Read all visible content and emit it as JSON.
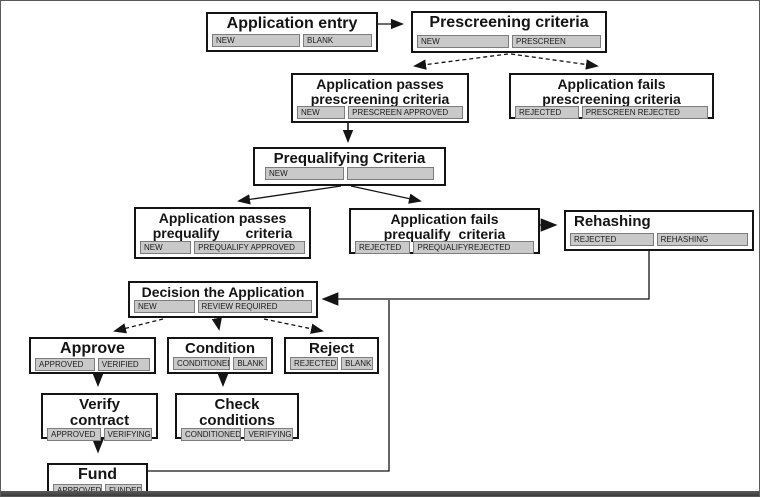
{
  "diagram": {
    "type": "flowchart",
    "nodes": {
      "app_entry": {
        "title": "Application entry",
        "left": "NEW",
        "right": "BLANK"
      },
      "prescreen": {
        "title": "Prescreening criteria",
        "left": "NEW",
        "right": "PRESCREEN"
      },
      "pass_prescreen": {
        "title1": "Application passes",
        "title2": "prescreening criteria",
        "left": "NEW",
        "right": "PRESCREEN APPROVED"
      },
      "fail_prescreen": {
        "title1": "Application fails",
        "title2": "prescreening criteria",
        "left": "REJECTED",
        "right": "PRESCREEN REJECTED"
      },
      "prequal": {
        "title": "Prequalifying Criteria",
        "left": "NEW",
        "right": ""
      },
      "pass_prequal": {
        "title1": "Application passes",
        "title2": "prequalify criteria",
        "left": "NEW",
        "right": "PREQUALIFY APPROVED"
      },
      "fail_prequal": {
        "title1": "Application fails",
        "title2": "prequalify criteria",
        "left": "REJECTED",
        "right": "PREQUALIFYREJECTED"
      },
      "rehashing": {
        "title": "Rehashing",
        "left": "REJECTED",
        "right": "REHASHING"
      },
      "decision": {
        "title": "Decision the Application",
        "left": "NEW",
        "right": "REVIEW REQUIRED"
      },
      "approve": {
        "title": "Approve",
        "left": "APPROVED",
        "right": "VERIFIED"
      },
      "condition": {
        "title": "Condition",
        "left": "CONDITIONED",
        "right": "BLANK"
      },
      "reject": {
        "title": "Reject",
        "left": "REJECTED",
        "right": "BLANK"
      },
      "verify_contract": {
        "title1": "Verify",
        "title2": "contract",
        "left": "APPROVED",
        "right": "VERIFYING"
      },
      "check_conditions": {
        "title1": "Check",
        "title2": "conditions",
        "left": "CONDITIONED",
        "right": "VERIFYING"
      },
      "fund": {
        "title": "Fund",
        "left": "APPROVED",
        "right": "FUNDED"
      }
    },
    "colors": {
      "cell_bg": "#c9c9c9",
      "line": "#141414",
      "bottom_bar": "#3f3f3f"
    }
  }
}
